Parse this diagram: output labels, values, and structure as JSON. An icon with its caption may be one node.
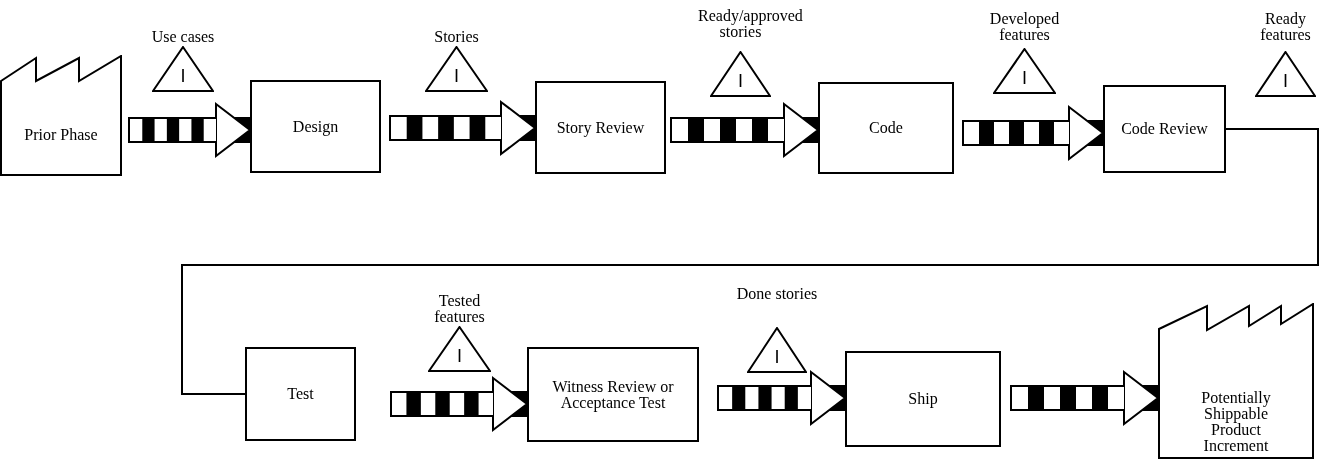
{
  "diagram": {
    "nodes": [
      {
        "text": [
          "Prior Phase"
        ]
      },
      {
        "text": [
          "Design"
        ]
      },
      {
        "text": [
          "Story Review"
        ]
      },
      {
        "text": [
          "Code"
        ]
      },
      {
        "text": [
          "Code Review"
        ]
      },
      {
        "text": [
          "Test"
        ]
      },
      {
        "text": [
          "Witness Review or Acceptance Test"
        ]
      },
      {
        "text": [
          "Ship"
        ]
      },
      {
        "text": [
          "Potentially Shippable Product Increment"
        ]
      },
      {
        "text": [
          "Use cases",
          "I"
        ]
      },
      {
        "text": [
          "Stories",
          "I"
        ]
      },
      {
        "text": [
          "Ready/approved stories",
          "I"
        ]
      },
      {
        "text": [
          "Developed features",
          "I"
        ]
      },
      {
        "text": [
          "Ready features",
          "I"
        ]
      },
      {
        "text": [
          "Tested features",
          "I"
        ]
      },
      {
        "text": [
          "Done stories",
          "I"
        ]
      }
    ],
    "edges": [
      {
        "from": 0,
        "to": 1,
        "arrow": "to"
      },
      {
        "from": 1,
        "to": 2,
        "arrow": "to"
      },
      {
        "from": 2,
        "to": 3,
        "arrow": "to"
      },
      {
        "from": 3,
        "to": 4,
        "arrow": "to"
      },
      {
        "from": 4,
        "to": 5,
        "arrow": "none"
      },
      {
        "from": 5,
        "to": 6,
        "arrow": "to"
      },
      {
        "from": 6,
        "to": 7,
        "arrow": "to"
      },
      {
        "from": 7,
        "to": 8,
        "arrow": "to"
      }
    ]
  }
}
